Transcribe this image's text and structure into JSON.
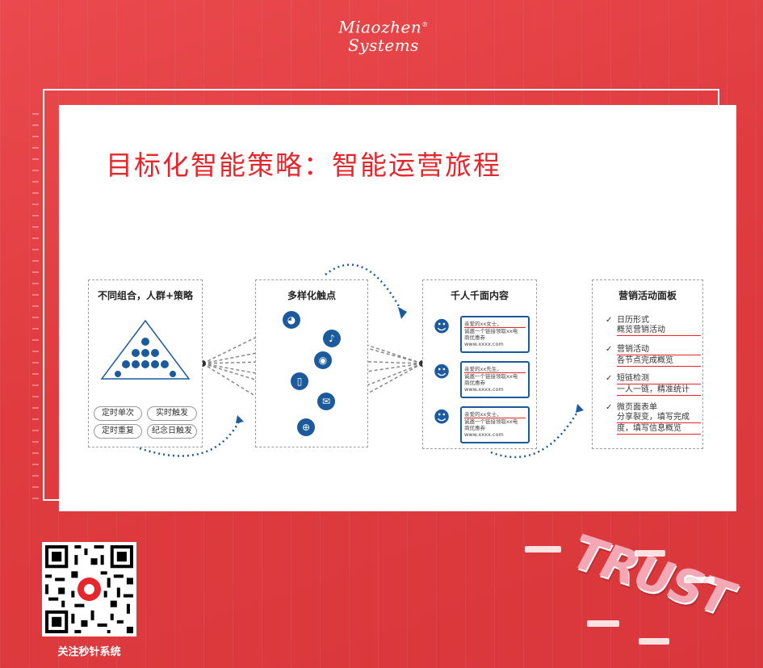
{
  "brand": {
    "line1": "Miaozhen",
    "line2": "Systems",
    "reg": "®"
  },
  "slide": {
    "title": "目标化智能策略：智能运营旅程",
    "panels": [
      {
        "title": "不同组合，人群+策略",
        "pills": [
          "定时单次",
          "实时触发",
          "定时重复",
          "纪念日触发"
        ]
      },
      {
        "title": "多样化触点",
        "touchpoints": [
          "wechat-icon",
          "douyin-icon",
          "weibo-icon",
          "mobile-icon",
          "email-icon",
          "web-icon"
        ]
      },
      {
        "title": "千人千面内容",
        "messages": [
          {
            "l1": "亲爱的xx女士，",
            "l2": "诚邀一个链接领取xx电",
            "l3": "商优惠券",
            "l4": "www.xxxx.com"
          },
          {
            "l1": "亲爱的xx先生，",
            "l2": "诚邀一个链接领取xx电",
            "l3": "商优惠券",
            "l4": "www.xxxx.com"
          },
          {
            "l1": "亲爱的xx女士，",
            "l2": "诚邀一个链接领取xx电",
            "l3": "商优惠券",
            "l4": "www.xxxx.com"
          }
        ]
      },
      {
        "title": "营销活动面板",
        "items": [
          {
            "a": "日历形式",
            "b": "概览营销活动"
          },
          {
            "a": "营销活动",
            "b": "各节点完成概览"
          },
          {
            "a": "短链检测",
            "b": "一人一链，精准统计"
          },
          {
            "a": "微页面表单",
            "b": "分享裂变，填写完成",
            "c": "度，填写信息概览"
          }
        ]
      }
    ]
  },
  "footer": {
    "qr_caption": "关注秒针系统",
    "trust": "TRUST"
  },
  "colors": {
    "brand_red": "#e7262b",
    "accent_blue": "#1b5b9d",
    "background": "#e03c40"
  }
}
